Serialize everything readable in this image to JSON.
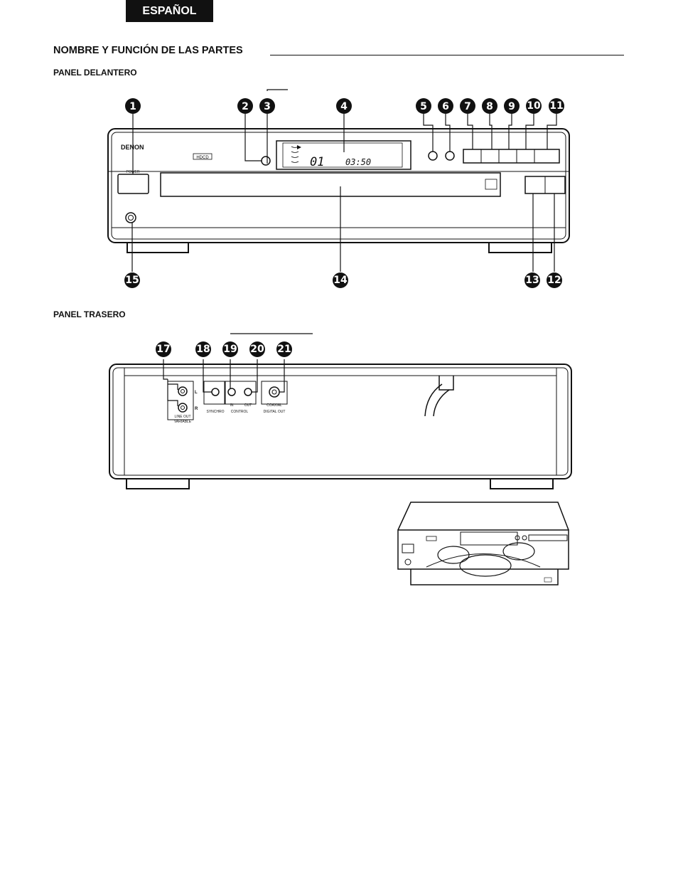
{
  "header": {
    "language": "ESPAÑOL"
  },
  "section": {
    "title": "NOMBRE Y FUNCIÓN DE LAS PARTES"
  },
  "front": {
    "title": "PANEL DELANTERO",
    "brand": "DENON",
    "hdcd": "HDCD",
    "power_label": "POWER",
    "display_disc": "01",
    "display_time": "03:50",
    "callouts": [
      "1",
      "2",
      "3",
      "4",
      "5",
      "6",
      "7",
      "8",
      "9",
      "10",
      "11",
      "12",
      "13",
      "14",
      "15"
    ]
  },
  "rear": {
    "title": "PANEL TRASERO",
    "labels": {
      "line_out": "LINE OUT",
      "variable": "VARIABLE",
      "synchro": "SYNCHRO",
      "in": "IN",
      "out": "OUT",
      "control": "CONTROL",
      "coaxial": "COAXIAL",
      "digital_out": "DIGITAL OUT",
      "left": "L",
      "right": "R"
    },
    "callouts": [
      "17",
      "18",
      "19",
      "20",
      "21"
    ]
  }
}
